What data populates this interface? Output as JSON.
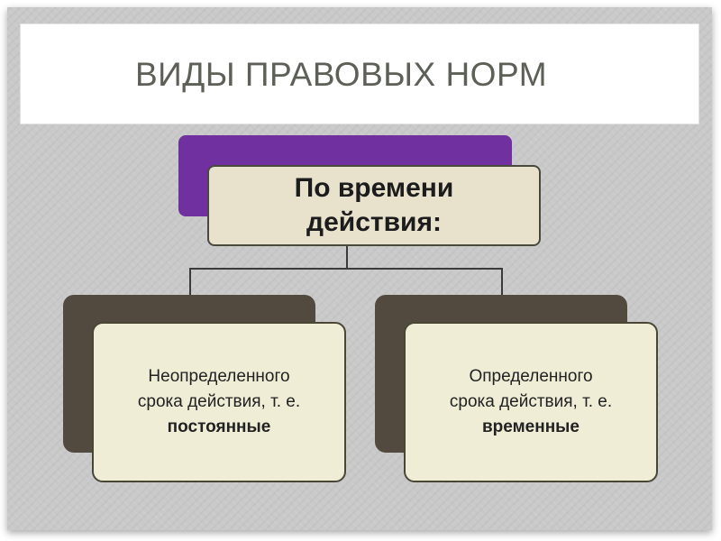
{
  "title": "ВИДЫ ПРАВОВЫХ НОРМ",
  "root": {
    "label": "По времени действия:"
  },
  "children": [
    {
      "line1": "Неопределенного",
      "line2": "срока действия, т. е.",
      "emphasis": "постоянные"
    },
    {
      "line1": "Определенного",
      "line2": "срока действия, т. е.",
      "emphasis": "временные"
    }
  ],
  "colors": {
    "accent_purple": "#7030a0",
    "box_dark": "#524a3e",
    "box_fill": "#efedd6",
    "title_text": "#5d6057"
  }
}
